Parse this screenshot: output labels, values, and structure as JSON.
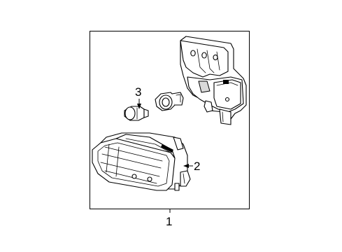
{
  "diagram": {
    "callouts": [
      {
        "id": "1",
        "label": "1"
      },
      {
        "id": "2",
        "label": "2"
      },
      {
        "id": "3",
        "label": "3"
      }
    ],
    "colors": {
      "line": "#000000",
      "background": "#ffffff",
      "frame": "#000000"
    }
  }
}
